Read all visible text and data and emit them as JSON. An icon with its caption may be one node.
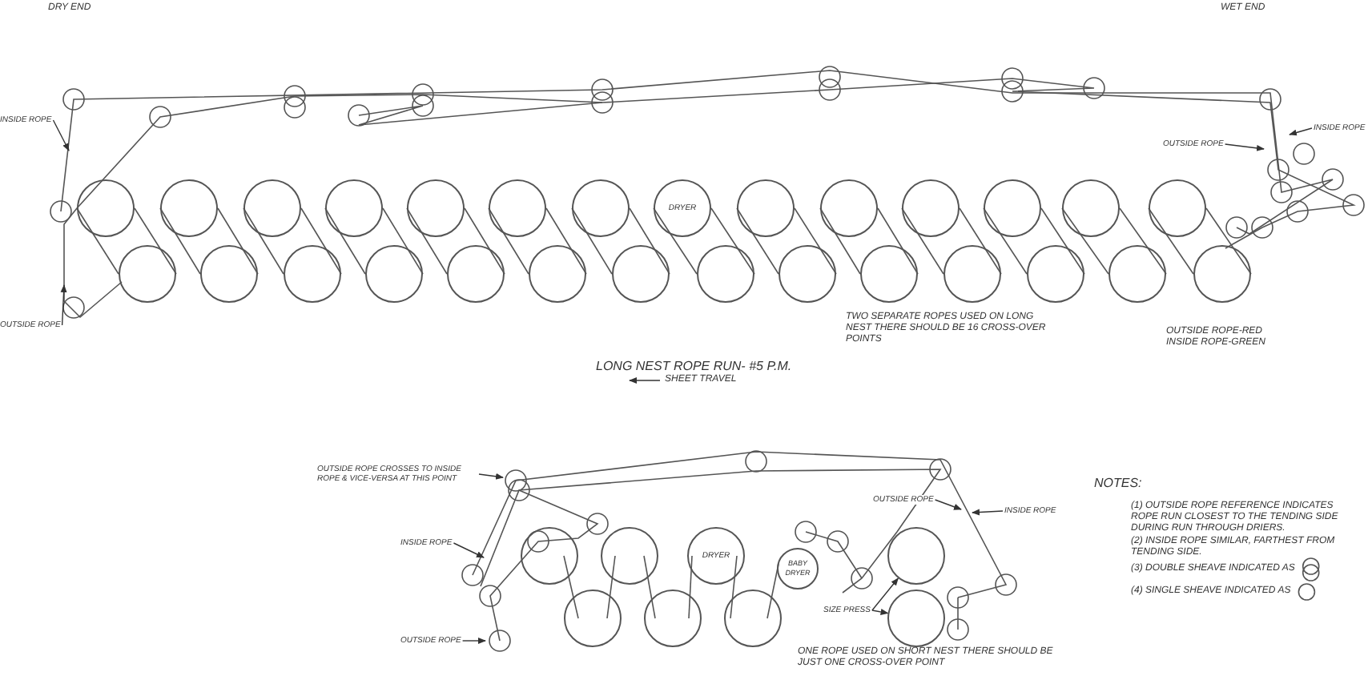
{
  "diagram": {
    "title": "LONG NEST ROPE RUN- #5 P.M.",
    "nodes": [
      {
        "text": [
          "INSIDE ROPE"
        ]
      },
      {
        "text": [
          "OUTSIDE ROPE"
        ]
      },
      {
        "text": [
          "INSIDE ROPE"
        ]
      },
      {
        "text": [
          "OUTSIDE ROPE"
        ]
      },
      {
        "text": [],
        "shape": "circle"
      },
      {
        "text": [],
        "shape": "circle"
      },
      {
        "text": [],
        "shape": "circle"
      },
      {
        "text": [],
        "shape": "circle"
      },
      {
        "text": [],
        "shape": "circle"
      },
      {
        "text": [],
        "shape": "circle"
      },
      {
        "text": [],
        "shape": "circle"
      },
      {
        "text": [
          "DRYER"
        ]
      },
      {
        "text": [],
        "shape": "circle"
      },
      {
        "text": [],
        "shape": "circle"
      },
      {
        "text": [],
        "shape": "circle"
      },
      {
        "text": [],
        "shape": "circle"
      },
      {
        "text": [],
        "shape": "circle"
      },
      {
        "text": [],
        "shape": "circle"
      },
      {
        "text": [],
        "shape": "circle"
      },
      {
        "text": [],
        "shape": "circle"
      },
      {
        "text": [],
        "shape": "circle"
      },
      {
        "text": [],
        "shape": "circle"
      },
      {
        "text": [],
        "shape": "circle"
      },
      {
        "text": [],
        "shape": "circle"
      },
      {
        "text": [],
        "shape": "circle"
      },
      {
        "text": [],
        "shape": "circle"
      },
      {
        "text": [],
        "shape": "circle"
      },
      {
        "text": [],
        "shape": "circle"
      },
      {
        "text": [],
        "shape": "circle"
      },
      {
        "text": [],
        "shape": "circle"
      },
      {
        "text": [],
        "shape": "circle"
      },
      {
        "text": [],
        "shape": "circle"
      },
      {
        "text": [
          "OUTSIDE ROPE CROSSES TO INSIDE ROPE & VICE-VERSA AT THIS POINT"
        ]
      },
      {
        "text": [
          "INSIDE ROPE"
        ]
      },
      {
        "text": [
          "OUTSIDE ROPE"
        ]
      },
      {
        "text": [
          "OUTSIDE ROPE"
        ]
      },
      {
        "text": [
          "INSIDE ROPE"
        ]
      },
      {
        "text": [
          "SIZE PRESS"
        ]
      },
      {
        "text": [],
        "shape": "circle"
      },
      {
        "text": [],
        "shape": "circle"
      },
      {
        "text": [
          "DRYER"
        ]
      },
      {
        "text": [
          "BABY DRYER"
        ]
      },
      {
        "text": [],
        "shape": "circle"
      },
      {
        "text": [],
        "shape": "circle"
      },
      {
        "text": [],
        "shape": "circle"
      },
      {
        "text": [],
        "shape": "circle"
      },
      {
        "text": [],
        "shape": "circle"
      }
    ],
    "edges": [
      {
        "from": 0,
        "to": null,
        "arrow": "to"
      },
      {
        "from": 1,
        "to": null,
        "arrow": "to"
      },
      {
        "from": 2,
        "to": null,
        "arrow": "to"
      },
      {
        "from": 3,
        "to": null,
        "arrow": "to"
      },
      {
        "from": 32,
        "to": null,
        "arrow": "to"
      },
      {
        "from": 33,
        "to": null,
        "arrow": "to"
      },
      {
        "from": 34,
        "to": null,
        "arrow": "to"
      },
      {
        "from": 35,
        "to": null,
        "arrow": "to"
      },
      {
        "from": 36,
        "to": null,
        "arrow": "to"
      },
      {
        "from": 37,
        "to": 42,
        "arrow": "to"
      },
      {
        "from": 37,
        "to": 46,
        "arrow": "to"
      }
    ],
    "labels": [
      "DRY END",
      "WET END",
      "TWO SEPARATE ROPES USED ON LONG NEST THERE SHOULD BE 16 CROSS-OVER POINTS",
      "OUTSIDE ROPE-RED INSIDE ROPE-GREEN",
      "SHEET TRAVEL",
      "NOTES:",
      "(1) OUTSIDE ROPE REFERENCE INDICATES ROPE RUN CLOSEST TO THE TENDING SIDE DURING RUN THROUGH DRIERS.",
      "(2) INSIDE ROPE SIMILAR, FARTHEST FROM TENDING SIDE.",
      "(3) DOUBLE SHEAVE INDICATED AS",
      "(4) SINGLE SHEAVE INDICATED AS",
      "ONE ROPE USED ON SHORT NEST THERE SHOULD BE JUST ONE CROSS-OVER POINT"
    ]
  }
}
